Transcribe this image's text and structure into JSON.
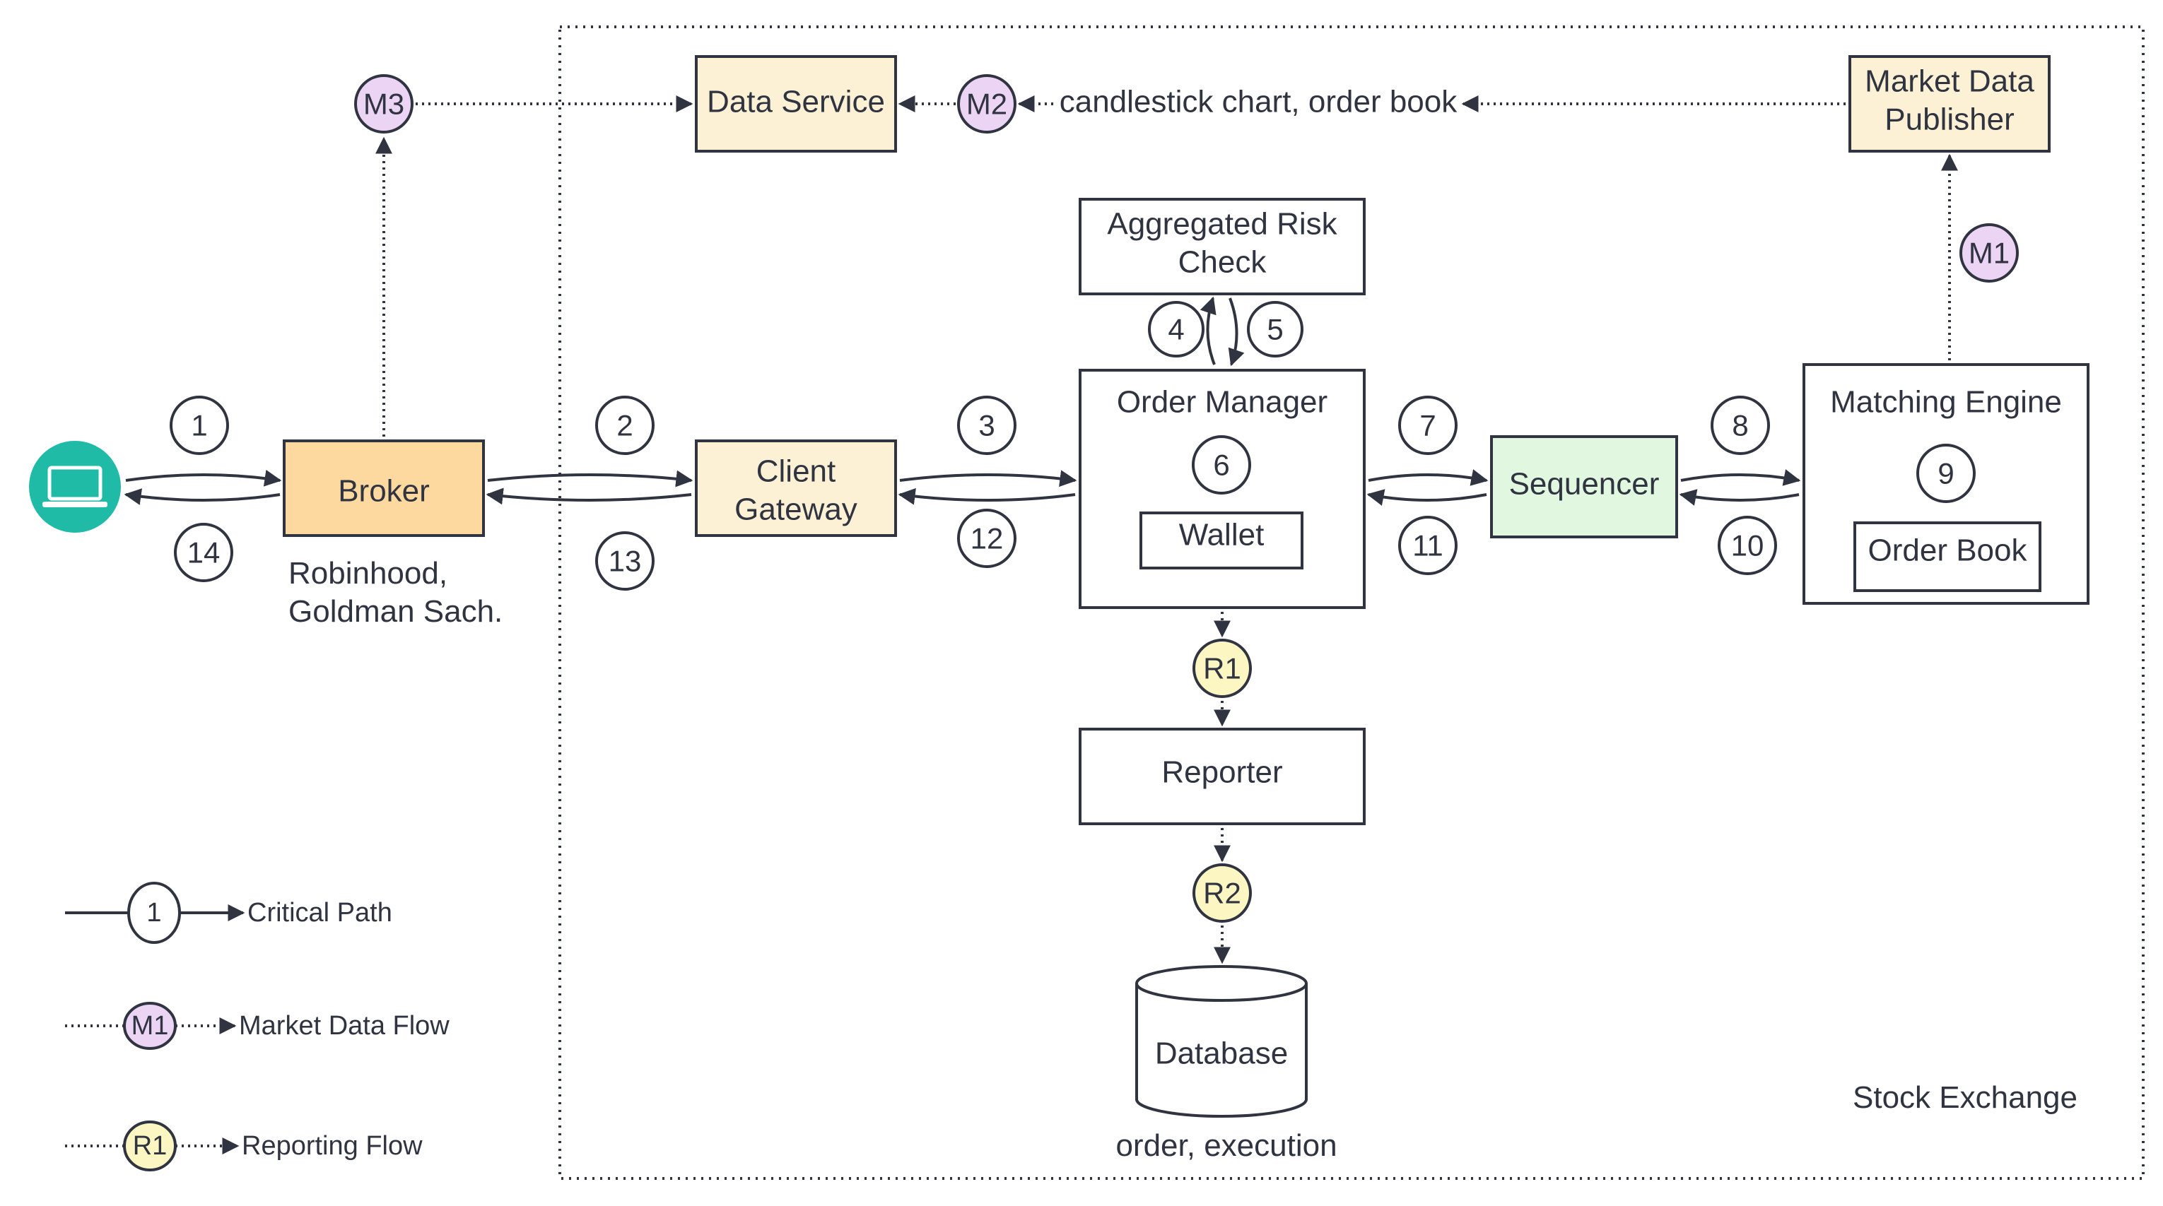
{
  "colors": {
    "stroke": "#2f3440",
    "broker_fill": "#fdd9a0",
    "gateway_fill": "#fdf1d5",
    "sequencer_fill": "#e2f7df",
    "market_badge": "#ecd4f5",
    "report_badge": "#fbf6c2",
    "client_icon": "#1fbba6"
  },
  "boxes": {
    "broker": "Broker",
    "broker_note_line1": "Robinhood,",
    "broker_note_line2": "Goldman Sach.",
    "client_gateway_line1": "Client",
    "client_gateway_line2": "Gateway",
    "data_service": "Data Service",
    "market_data_publisher_line1": "Market Data",
    "market_data_publisher_line2": "Publisher",
    "risk_check_line1": "Aggregated Risk",
    "risk_check_line2": "Check",
    "order_manager": "Order Manager",
    "wallet": "Wallet",
    "sequencer": "Sequencer",
    "matching_engine": "Matching Engine",
    "order_book": "Order Book",
    "reporter": "Reporter",
    "database": "Database",
    "database_note": "order, execution",
    "exchange_label": "Stock Exchange",
    "market_flow_note": "candlestick chart, order book"
  },
  "steps": [
    "1",
    "2",
    "3",
    "4",
    "5",
    "6",
    "7",
    "8",
    "9",
    "10",
    "11",
    "12",
    "13",
    "14"
  ],
  "market_steps": [
    "M1",
    "M2",
    "M3"
  ],
  "report_steps": [
    "R1",
    "R2"
  ],
  "legend": {
    "critical_badge": "1",
    "critical_label": "Critical Path",
    "market_badge": "M1",
    "market_label": "Market Data Flow",
    "report_badge": "R1",
    "report_label": "Reporting Flow"
  }
}
